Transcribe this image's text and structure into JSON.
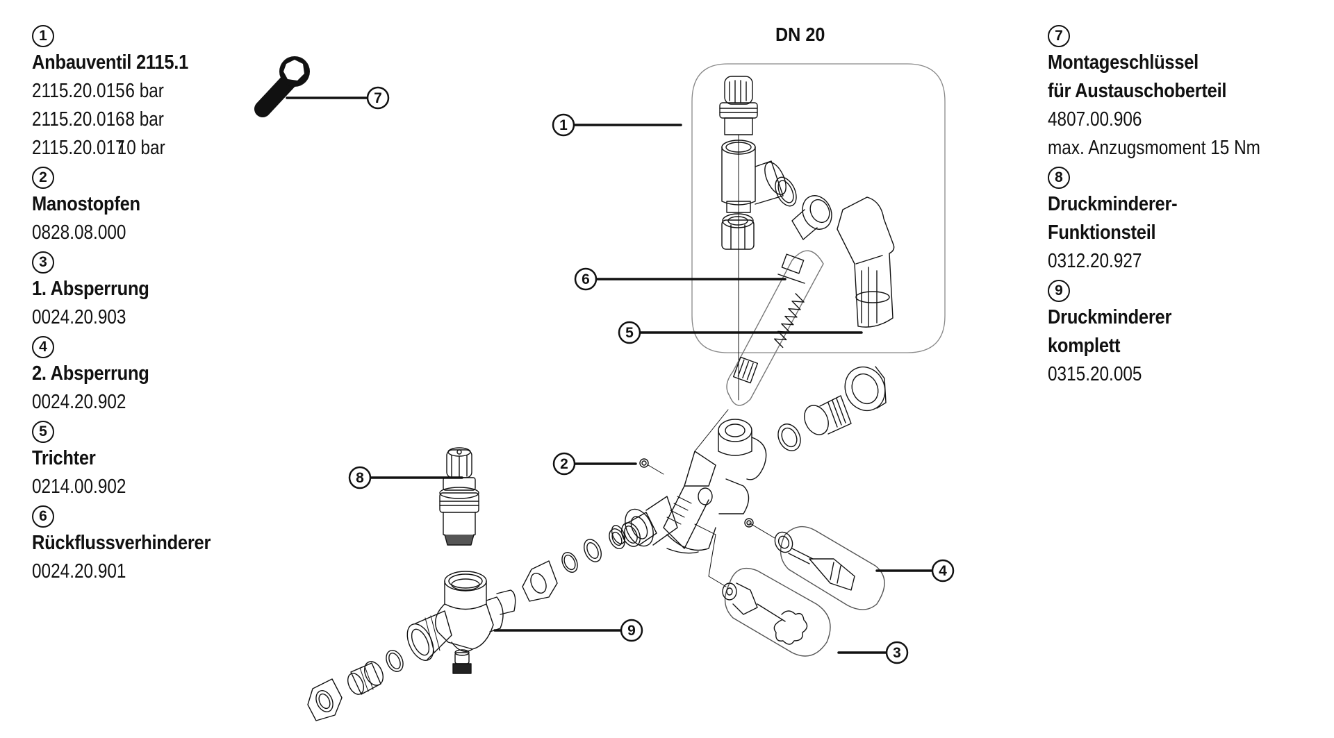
{
  "diagram_title": "DN 20",
  "parts_left": [
    {
      "num": "1",
      "title": "Anbauventil 2115.1",
      "variants": [
        {
          "code": "2115.20.015",
          "pressure": "6 bar"
        },
        {
          "code": "2115.20.016",
          "pressure": "8 bar"
        },
        {
          "code": "2115.20.017",
          "pressure": "10 bar"
        }
      ]
    },
    {
      "num": "2",
      "title": "Manostopfen",
      "lines": [
        "0828.08.000"
      ]
    },
    {
      "num": "3",
      "title": "1. Absperrung",
      "lines": [
        "0024.20.903"
      ]
    },
    {
      "num": "4",
      "title": "2. Absperrung",
      "lines": [
        "0024.20.902"
      ]
    },
    {
      "num": "5",
      "title": "Trichter",
      "lines": [
        "0214.00.902"
      ]
    },
    {
      "num": "6",
      "title": "Rückflussverhinderer",
      "lines": [
        "0024.20.901"
      ]
    }
  ],
  "parts_right": [
    {
      "num": "7",
      "title_lines": [
        "Montageschlüssel",
        "für Austauschoberteil"
      ],
      "lines": [
        "4807.00.906",
        "max. Anzugsmoment 15 Nm"
      ]
    },
    {
      "num": "8",
      "title_lines": [
        "Druckminderer-",
        "Funktionsteil"
      ],
      "lines": [
        "0312.20.927"
      ]
    },
    {
      "num": "9",
      "title_lines": [
        "Druckminderer",
        "komplett"
      ],
      "lines": [
        "0315.20.005"
      ]
    }
  ],
  "callouts": [
    "1",
    "2",
    "3",
    "4",
    "5",
    "6",
    "7",
    "8",
    "9"
  ],
  "colors": {
    "ink": "#111111",
    "background": "#ffffff",
    "frame": "#777777"
  }
}
